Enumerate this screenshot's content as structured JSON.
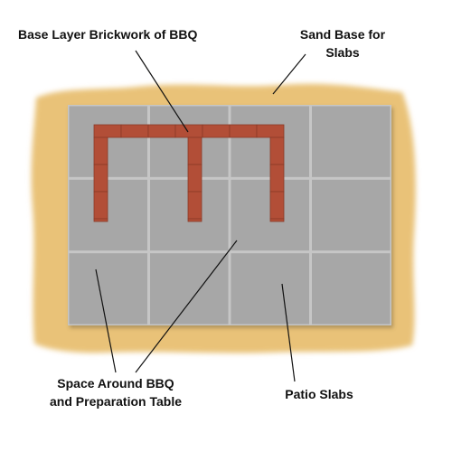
{
  "labels": {
    "brickwork": "Base Layer Brickwork of BBQ",
    "sand_line1": "Sand Base for",
    "sand_line2": "Slabs",
    "space_line1": "Space Around BBQ",
    "space_line2": "and Preparation Table",
    "patio": "Patio Slabs"
  },
  "grid": {
    "columns": 4,
    "rows": 3
  },
  "colors": {
    "sand": "#E9C278",
    "slab": "#A7A7A7",
    "slab_joint": "#C6C6C6",
    "brick": "#B24E37",
    "brick_mortar": "#8A3A27",
    "leader": "#111111"
  }
}
